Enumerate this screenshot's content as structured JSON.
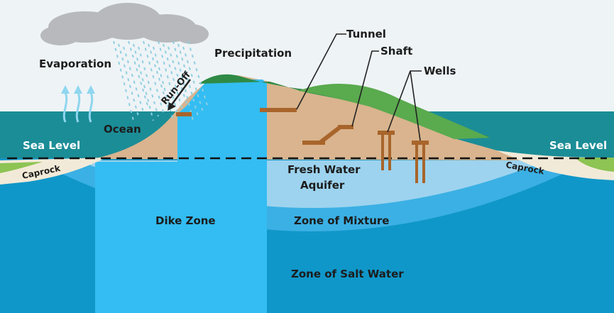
{
  "diagram": {
    "labels": {
      "evaporation": "Evaporation",
      "precipitation": "Precipitation",
      "run_off": "Run-Off",
      "ocean": "Ocean",
      "sea_level_left": "Sea Level",
      "sea_level_right": "Sea Level",
      "caprock_left": "Caprock",
      "caprock_right": "Caprock",
      "tunnel": "Tunnel",
      "shaft": "Shaft",
      "wells": "Wells",
      "fresh_water_line1": "Fresh Water",
      "fresh_water_line2": "Aquifer",
      "dike_zone": "Dike Zone",
      "zone_of_mixture": "Zone of Mixture",
      "zone_of_salt_water": "Zone of Salt Water"
    },
    "colors": {
      "sky": "#eef3f6",
      "ocean_surface": "#1b8d97",
      "salt_water": "#1097c9",
      "mixture_zone": "#3bb0e4",
      "fresh_water": "#9dd3ee",
      "dike_zone": "#33bdf2",
      "soil": "#d9b48e",
      "soil_dark": "#b98a5c",
      "forest_dark": "#2e8a45",
      "forest_light": "#5aaa4e",
      "beach": "#f2ead8",
      "grass": "#8dc453",
      "structure": "#a8652b",
      "cloud": "#b7b9bc",
      "evaporation_arrow": "#8fd6ef",
      "rain": "#8fcfe0"
    }
  }
}
